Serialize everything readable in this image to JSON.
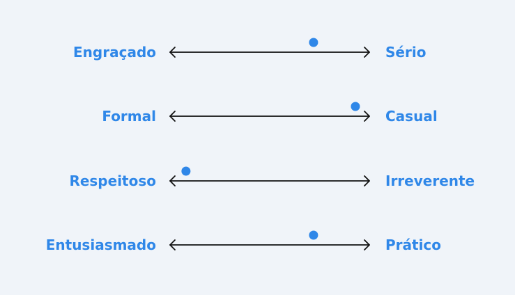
{
  "colors": {
    "background": "#f0f4f9",
    "label": "#2f87e8",
    "line": "#111111",
    "marker": "#2f87e8"
  },
  "scales": [
    {
      "left_label": "Engraçado",
      "right_label": "Sério",
      "position": 0.72
    },
    {
      "left_label": "Formal",
      "right_label": "Casual",
      "position": 0.93
    },
    {
      "left_label": "Respeitoso",
      "right_label": "Irreverente",
      "position": 0.08
    },
    {
      "left_label": "Entusiasmado",
      "right_label": "Prático",
      "position": 0.72
    }
  ]
}
